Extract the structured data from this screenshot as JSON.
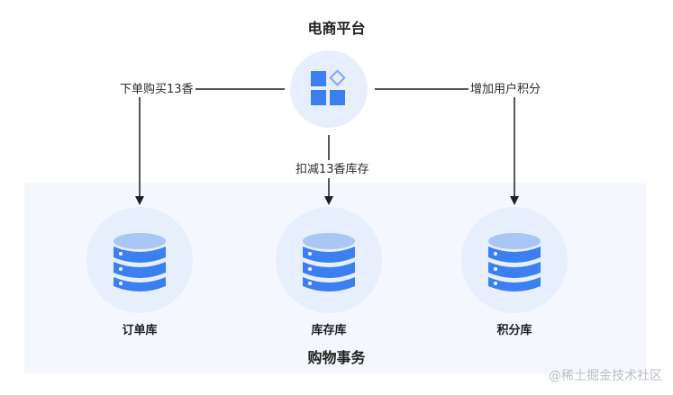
{
  "title": "电商平台",
  "edges": {
    "left_label": "下单购买13香",
    "middle_label": "扣减13香库存",
    "right_label": "增加用户积分"
  },
  "databases": [
    {
      "label": "订单库"
    },
    {
      "label": "库存库"
    },
    {
      "label": "积分库"
    }
  ],
  "region_label": "购物事务",
  "watermark": "@稀土掘金技术社区",
  "colors": {
    "accent": "#3b7ff0",
    "db_light": "#a9c6f6",
    "circle_bg": "#e7effc",
    "region_bg": "#f4f8fe",
    "line": "#1f1f1f"
  }
}
